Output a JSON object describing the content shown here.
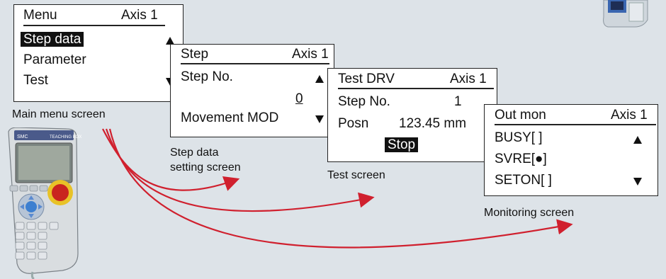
{
  "device": {
    "brand": "SMC",
    "model_label": "TEACHING BOX"
  },
  "main_menu": {
    "title": "Menu",
    "axis": "Axis 1",
    "items": [
      "Step data",
      "Parameter",
      "Test"
    ]
  },
  "step_screen": {
    "title": "Step",
    "axis": "Axis 1",
    "step_no_label": "Step No.",
    "step_no_value": "0",
    "movement_label": "Movement MOD"
  },
  "test_screen": {
    "title": "Test DRV",
    "axis": "Axis 1",
    "step_no_label": "Step No.",
    "step_no_value": "1",
    "posn_label": "Posn",
    "posn_value": "123.45 mm",
    "stop_label": "Stop"
  },
  "monitor_screen": {
    "title": "Out mon",
    "axis": "Axis 1",
    "busy": "BUSY[  ]",
    "svre": "SVRE[●]",
    "seton": "SETON[  ]"
  },
  "captions": {
    "main_menu": "Main menu screen",
    "step_data_1": "Step data",
    "step_data_2": "setting screen",
    "test": "Test screen",
    "monitoring": "Monitoring screen"
  },
  "colors": {
    "arrow": "#d0202e",
    "background": "#dde3e8",
    "highlight": "#111111"
  }
}
